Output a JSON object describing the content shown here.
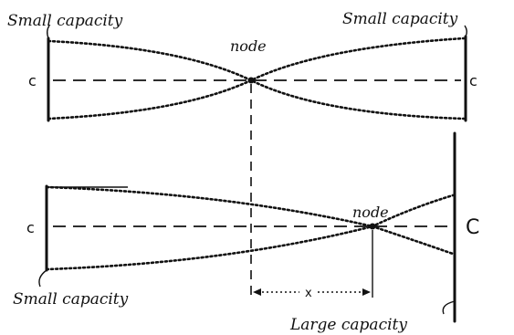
{
  "top": {
    "left_label": "Small capacity",
    "right_label": "Small capacity",
    "node_label": "node",
    "left_plate": "c",
    "right_plate": "c"
  },
  "bottom": {
    "left_label": "Small capacity",
    "right_label": "Large capacity",
    "node_label": "node",
    "left_plate": "c",
    "right_plate": "C"
  },
  "distance_label": "x"
}
